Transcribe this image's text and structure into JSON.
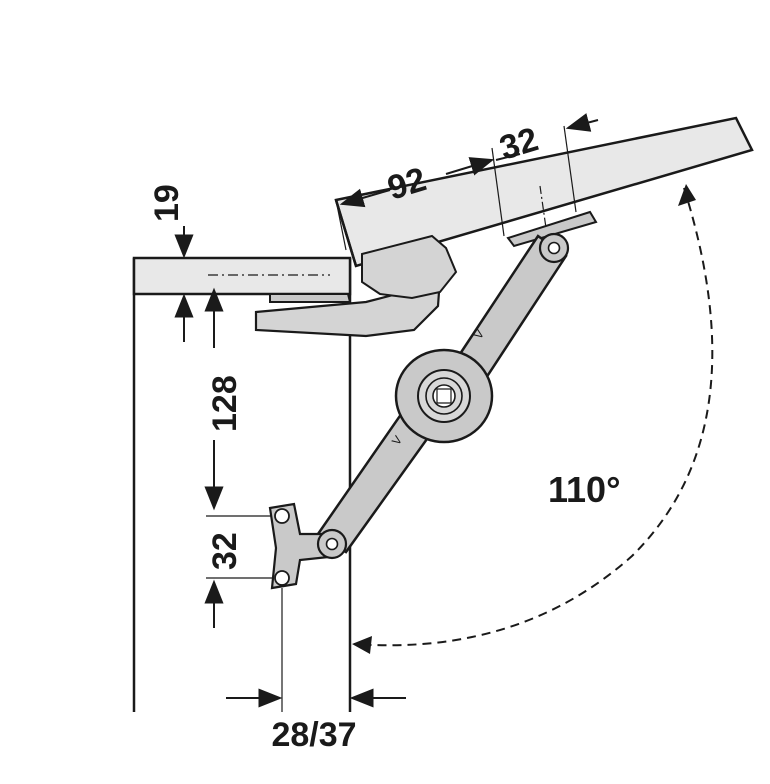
{
  "dimensions": {
    "thickness": "19",
    "height": "128",
    "bracket_spacing": "32",
    "offset": "28/37",
    "length": "92",
    "mount_spacing": "32",
    "angle": "110°"
  },
  "colors": {
    "line": "#1a1a1a",
    "panel": "#e8e8e8",
    "metal": "#c9c9c9",
    "dark_metal": "#a9a9a9"
  }
}
